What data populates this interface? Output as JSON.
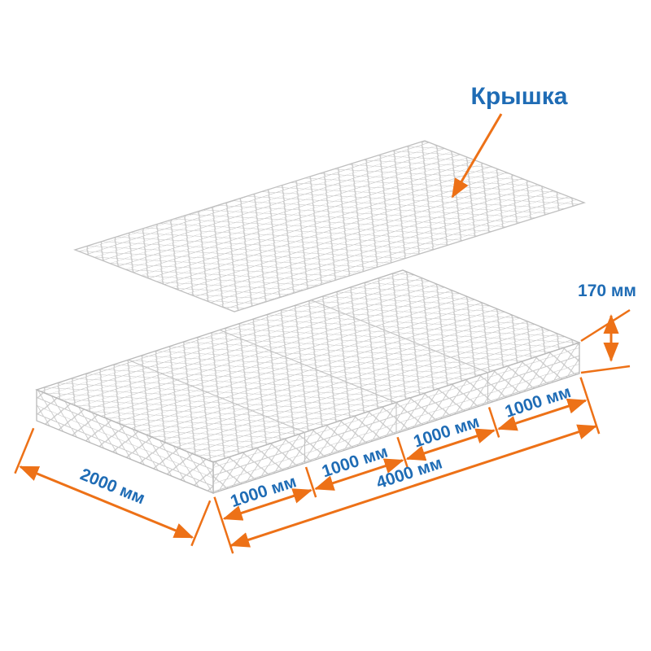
{
  "diagram": {
    "callout": {
      "label": "Крышка"
    },
    "dimensions": {
      "height": {
        "label": "170 мм"
      },
      "width": {
        "label": "2000 мм"
      },
      "total_length": {
        "label": "4000 мм"
      },
      "segments": [
        {
          "label": "1000 мм"
        },
        {
          "label": "1000 мм"
        },
        {
          "label": "1000 мм"
        },
        {
          "label": "1000 мм"
        }
      ]
    },
    "colors": {
      "accent_orange": "#ED7117",
      "label_blue": "#1F6CB5",
      "mesh_gray": "#C7C7C7",
      "edge_gray": "#B8B8B8"
    }
  }
}
